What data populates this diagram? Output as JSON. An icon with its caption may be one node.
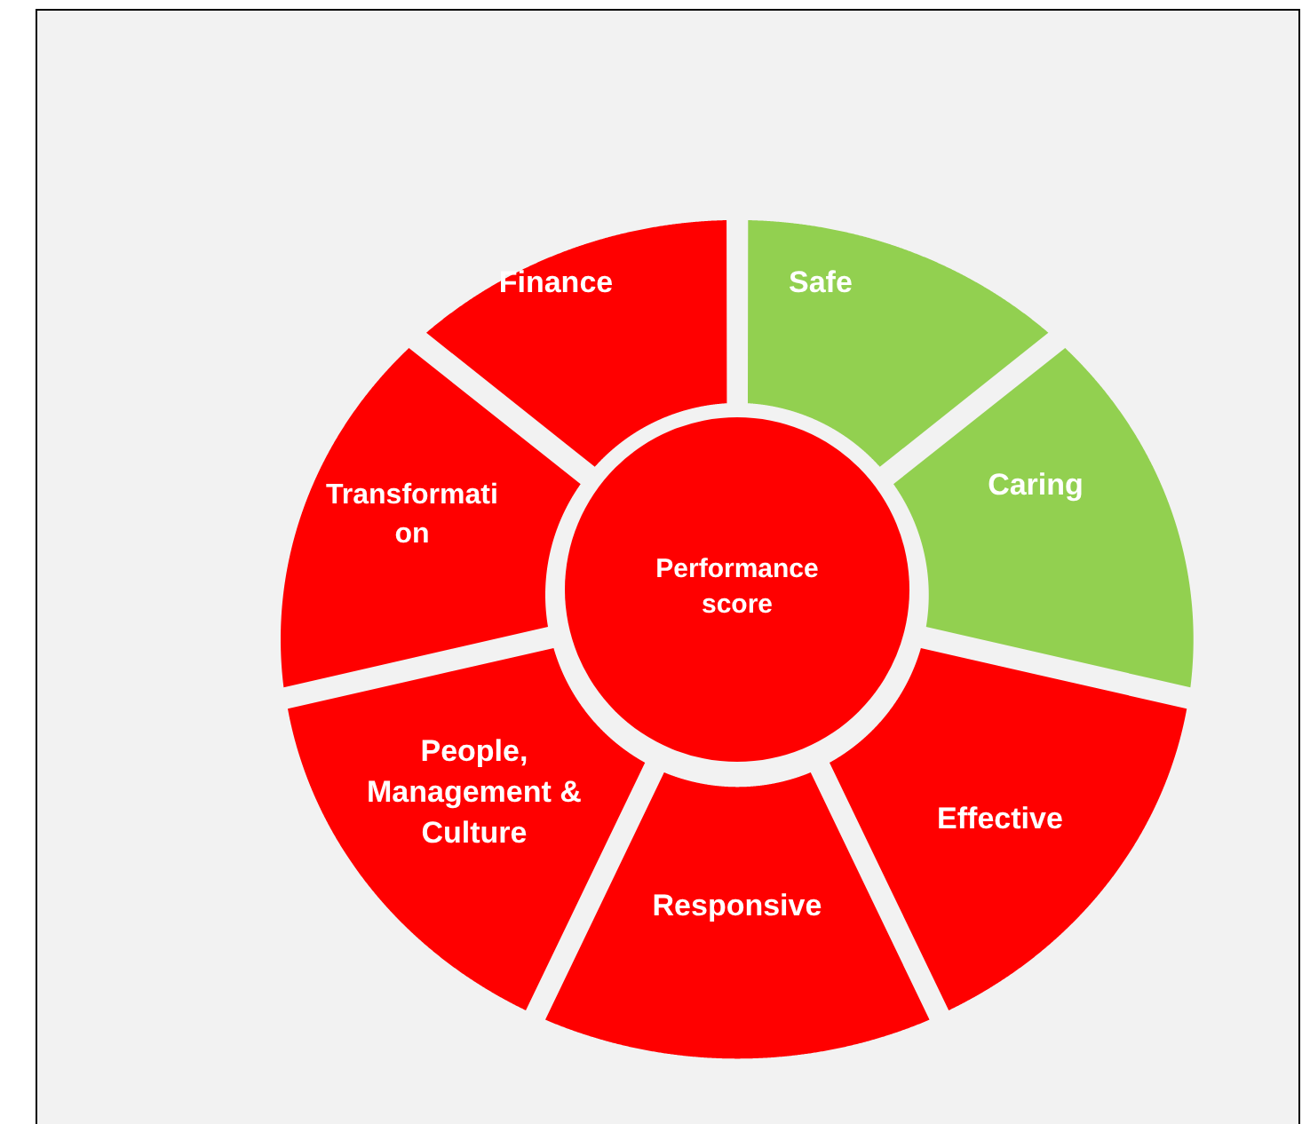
{
  "diagram": {
    "nodes": [
      {
        "text": [
          "Finance"
        ]
      },
      {
        "text": [
          "Safe"
        ]
      },
      {
        "text": [
          "Caring"
        ]
      },
      {
        "text": [
          "Transformati on"
        ]
      },
      {
        "text": [
          "Performance score"
        ]
      },
      {
        "text": [
          "People, Management & Culture"
        ]
      },
      {
        "text": [
          "Effective"
        ]
      },
      {
        "text": [
          "Responsive"
        ]
      }
    ]
  }
}
